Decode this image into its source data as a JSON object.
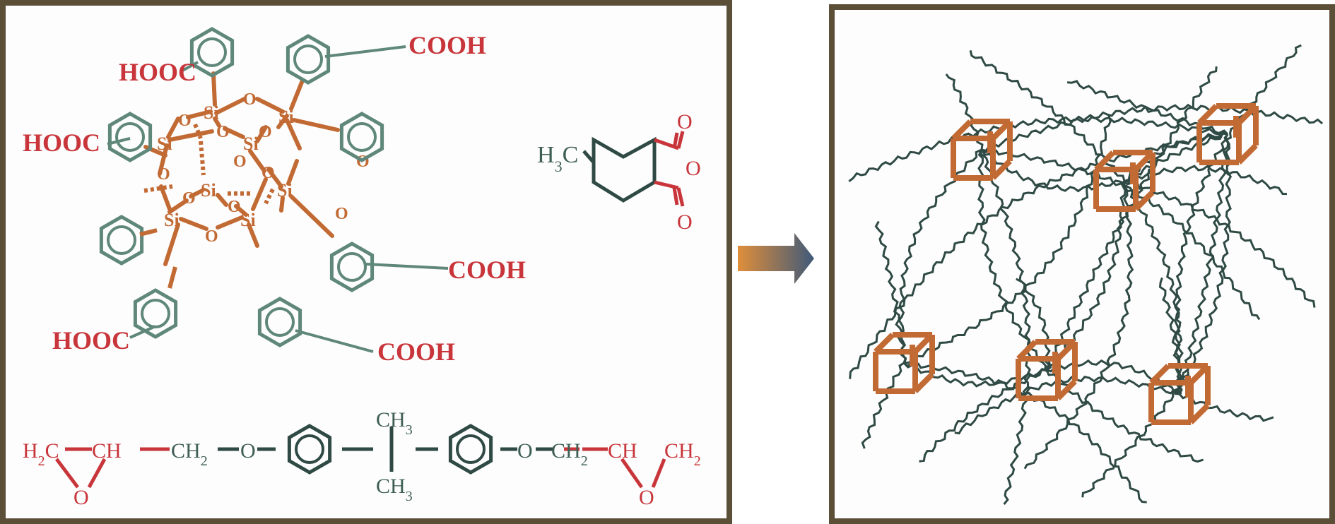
{
  "colors": {
    "frame": "#5b4f37",
    "cage": "#c26a34",
    "phenyl": "#5f877a",
    "acid": "#c8353a",
    "chain": "#2f4a44",
    "arrow_start": "#e08e3a",
    "arrow_end": "#3f5a7a"
  },
  "poss": {
    "si_label": "Si",
    "o_label": "O",
    "cooh_right_1": "COOH",
    "cooh_right_2": "COOH",
    "cooh_right_3": "COOH",
    "hooc_left_1": "HOOC",
    "hooc_left_2": "HOOC",
    "hooc_left_3": "HOOC"
  },
  "anhydride": {
    "methyl_h": "H",
    "methyl_sub": "3",
    "methyl_c": "C",
    "o_label": "O"
  },
  "epoxy": {
    "h2c_h": "H",
    "h2c_sub": "2",
    "h2c_c": "C",
    "ch_left": "CH",
    "ch2_left_c": "CH",
    "ch2_left_sub": "2",
    "o_left": "O",
    "ch3_top": "CH",
    "ch3_top_sub": "3",
    "ch3_bottom": "CH",
    "ch3_bottom_sub": "3",
    "o_right": "O",
    "ch2_right_c": "CH",
    "ch2_right_sub": "2",
    "ch_right": "CH",
    "ch2_end_c": "CH",
    "ch2_end_sub": "2",
    "epoxide_o": "O"
  },
  "icons": [
    "process-arrow-icon",
    "poss-cube-icon",
    "polymer-chain-icon"
  ]
}
